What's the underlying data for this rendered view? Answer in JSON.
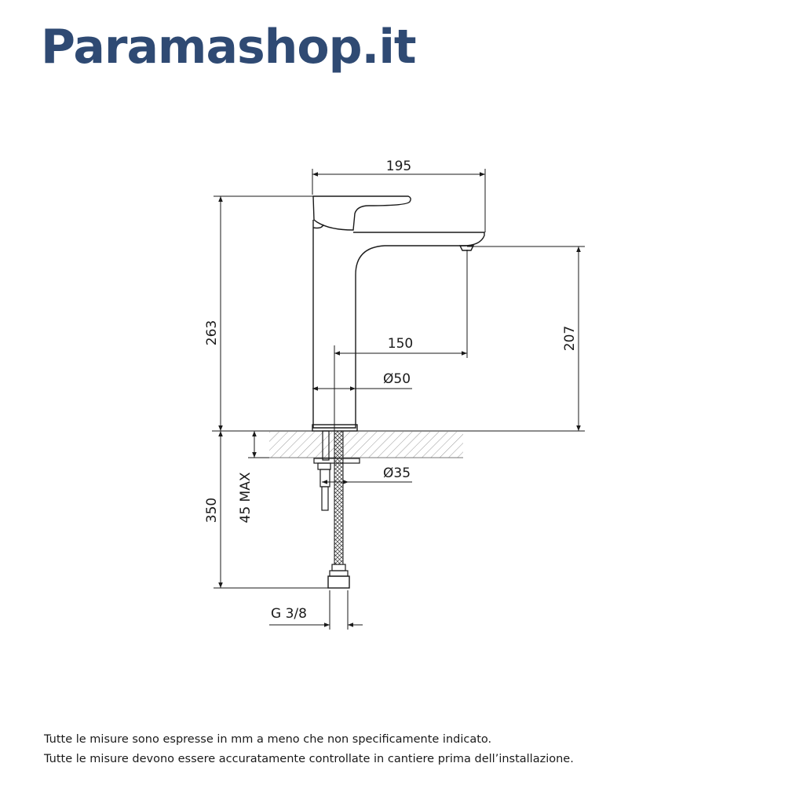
{
  "brand": {
    "name": "Paramashop.it",
    "color": "#2f4a73"
  },
  "dimensions": {
    "width_total": "195",
    "height_total": "263",
    "spout_reach": "150",
    "spout_height": "207",
    "body_diameter": "Ø50",
    "hole_diameter": "Ø35",
    "deck_thickness": "45 MAX",
    "hose_length": "350",
    "connection": "G 3/8"
  },
  "notes": [
    "Tutte le misure sono espresse in mm a meno che non specificamente indicato.",
    "Tutte le misure devono essere accuratamente controllate in cantiere prima dell’installazione."
  ]
}
